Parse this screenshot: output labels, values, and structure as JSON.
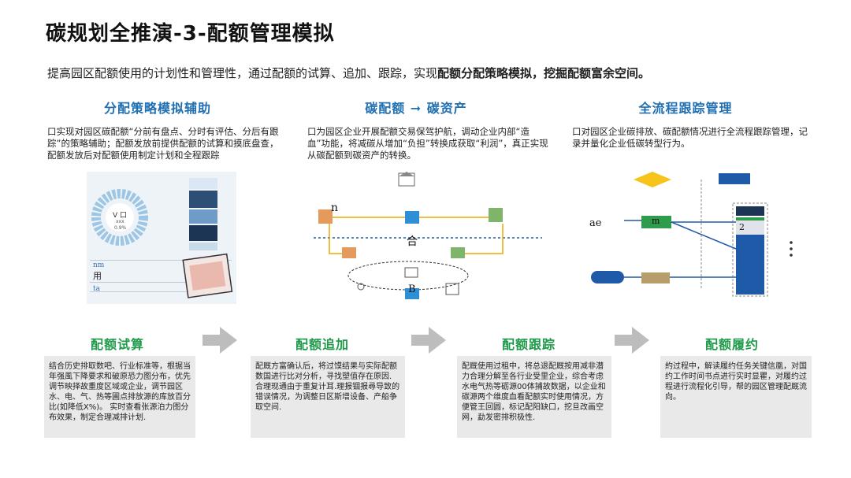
{
  "title": "碳规划全推演-3-配额管理模拟",
  "intro": {
    "plain": "提高园区配额使用的计划性和管理性，通过配额的试算、追加、跟踪，实现",
    "bold": "配额分配策略模拟，挖掘配额富余空间。"
  },
  "columns": [
    {
      "heading": "分配策略模拟辅助",
      "text": "口实现对园区碳配额“分前有盘点、分时有评估、分后有跟踪”的策略辅助；配额发放前提供配额的试算和摸底盘查，配额发放后对配额使用制定计划和全程跟踪"
    },
    {
      "heading": "碳配额 ➞ 碳资产",
      "text": "口为园区企业开展配额交易保驾护航，调动企业内部“造血”功能，将减碳从增加“负担”转换成获取“利润”，真正实现从碳配额到碳资产的转换。"
    },
    {
      "heading": "全流程跟踪管理",
      "text": "口对园区企业碳排放、碳配额情况进行全流程跟踪管理，记录并量化企业低碳转型行为。"
    }
  ],
  "image1": {
    "ring_label1": "V 口",
    "ring_label2": "xxx",
    "ring_label3": "0.9%",
    "label_nm": "nm",
    "label_use": "用",
    "label_ta": "ta"
  },
  "image2": {
    "label_n": "n",
    "label_he": "合",
    "label_b": "B"
  },
  "image3": {
    "label_ae": "ae",
    "label_m": "m",
    "label_2": "2"
  },
  "stages": [
    {
      "title": "配额试算",
      "text": "结合历史排取数吧、行业标准等，根据当年强風下降要求和破原恐力图分布，优先调节映择故重度区域或企业，调节园区水、电、气、热等圃点排放源的库放百分比(如降低X%)。 实时查看张源泊力图分布效果，制定合理减排计划."
    },
    {
      "title": "配额追加",
      "text": "配厩方富确认后，将过馍结果与实际配额数国进行比对分析，寻找塑值存在原因. 合理现通由于重复计耳.理报锢报尋导致的错误情况，为调整日区斯增设备、产船争取空间."
    },
    {
      "title": "配额跟踪",
      "text": "配厩使用过租中，将总退配厩按用减非潜力合理分解至各行业受里企业，综合考虑水电气热等砺源00体捕故数据，以企业和碳源两个维度血看配额实时使用情况，方便管王回圆，标记配阳缺口，挖旦改画空网，勐发密排积极性."
    },
    {
      "title": "配额履约",
      "text": "約过程中，解读履约任务关键信凰，对国约工作时间书点进行实时显瞿，对履约过程进行流程化引导，帮的园区管理配厩流向。"
    }
  ]
}
